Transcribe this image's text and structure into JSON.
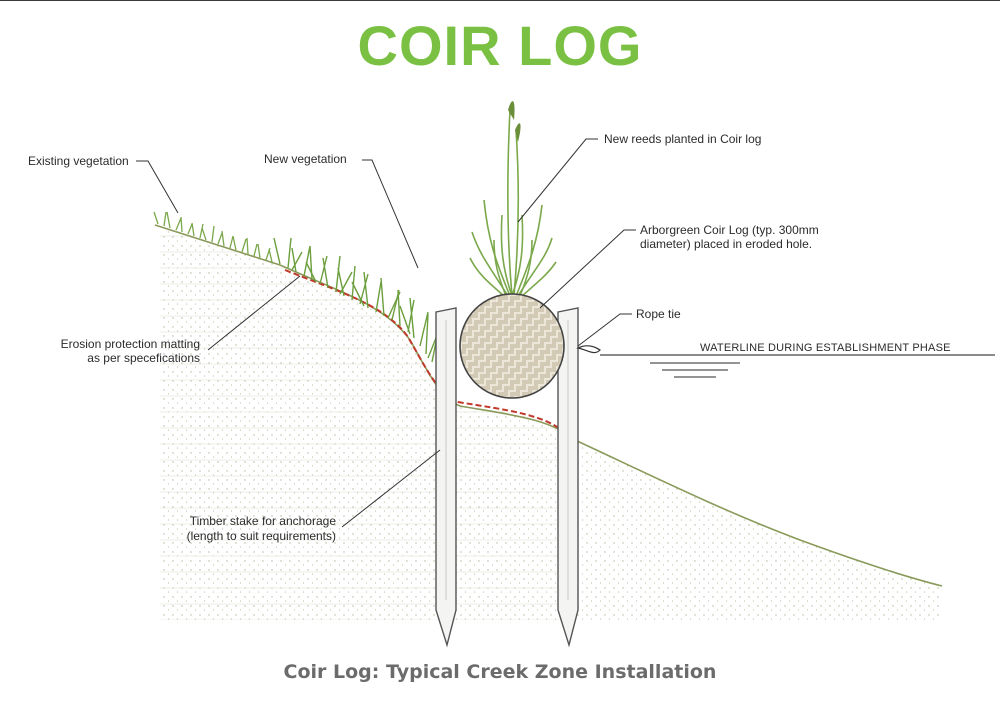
{
  "title": "COIR LOG",
  "caption": "Coir Log: Typical Creek Zone Installation",
  "colors": {
    "title": "#7ac143",
    "grass": "#7aa84a",
    "soil_line": "#8a9a5a",
    "matting": "#c0392b",
    "stake": "#f4f4f2",
    "caption": "#6b6b6b"
  },
  "labels": {
    "existing_vegetation": "Existing vegetation",
    "new_vegetation": "New vegetation",
    "new_reeds": "New reeds planted in Coir log",
    "coir_log_line1": "Arborgreen Coir Log (typ. 300mm",
    "coir_log_line2": "diameter) placed in eroded hole.",
    "rope_tie": "Rope tie",
    "waterline": "WATERLINE DURING ESTABLISHMENT PHASE",
    "matting_line1": "Erosion protection matting",
    "matting_line2": "as per specefications",
    "stake_line1": "Timber stake for anchorage",
    "stake_line2": "(length to suit requirements)"
  }
}
